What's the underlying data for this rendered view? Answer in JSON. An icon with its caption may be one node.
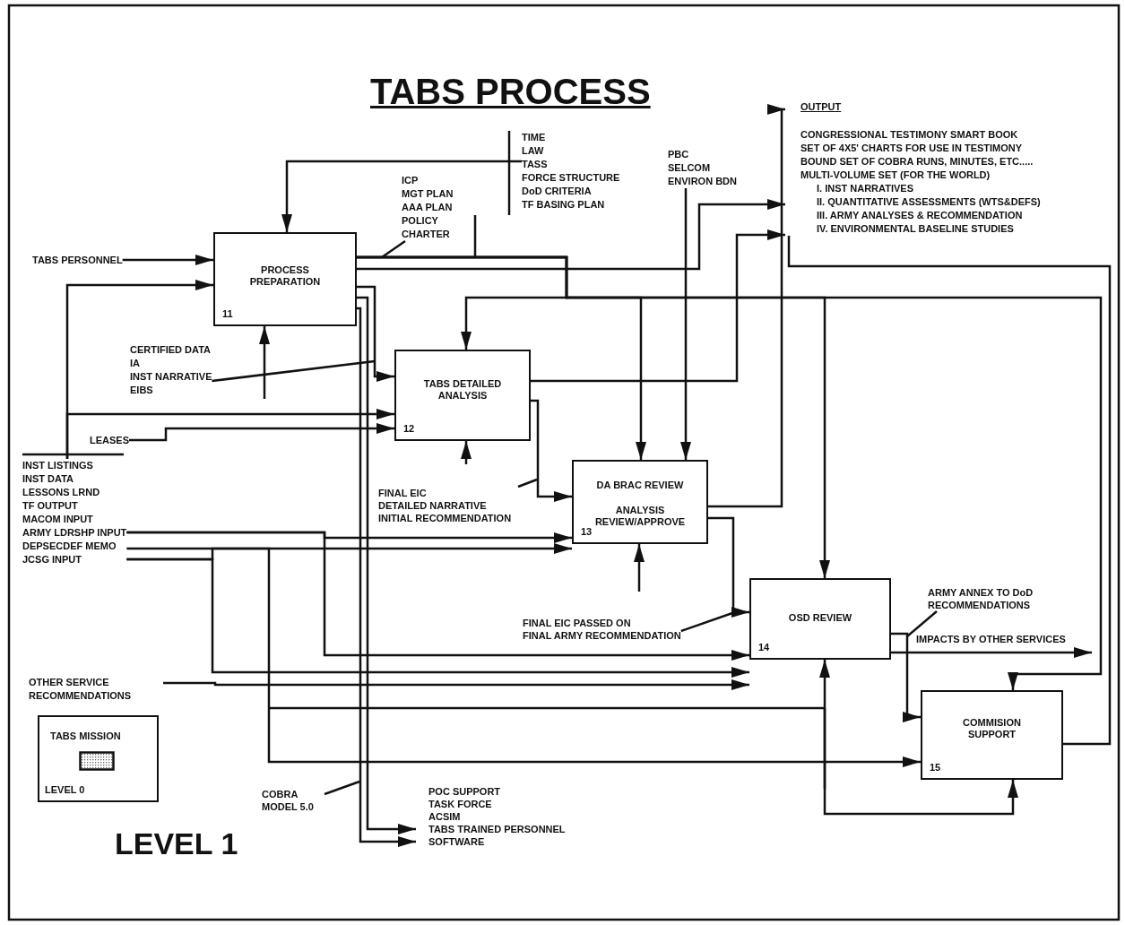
{
  "diagram": {
    "title": "TABS PROCESS",
    "nodes": [
      {
        "text": [
          "PROCESS PREPARATION",
          "11"
        ]
      },
      {
        "text": [
          "TABS DETAILED ANALYSIS",
          "12"
        ]
      },
      {
        "text": [
          "DA BRAC REVIEW",
          "ANALYSIS REVIEW/APPROVE",
          "13"
        ]
      },
      {
        "text": [
          "OSD REVIEW",
          "14"
        ]
      },
      {
        "text": [
          "COMMISION SUPPORT",
          "15"
        ]
      },
      {
        "text": [
          "TABS PERSONNEL"
        ]
      },
      {
        "text": [
          "TIME",
          "LAW",
          "TASS",
          "FORCE STRUCTURE",
          "DoD CRITERIA",
          "TF BASING PLAN"
        ]
      },
      {
        "text": [
          "ICP",
          "MGT PLAN",
          "AAA PLAN",
          "POLICY",
          "CHARTER"
        ]
      },
      {
        "text": [
          "PBC",
          "SELCOM",
          "ENVIRON BDN"
        ]
      },
      {
        "text": [
          "OUTPUT",
          "CONGRESSIONAL TESTIMONY SMART BOOK",
          "SET OF 4X5' CHARTS FOR USE IN TESTIMONY",
          "BOUND SET OF COBRA RUNS, MINUTES, ETC.....",
          "MULTI-VOLUME SET (FOR THE WORLD)",
          "I. INST NARRATIVES",
          "II. QUANTITATIVE ASSESSMENTS (WTS&DEFS)",
          "III. ARMY ANALYSES & RECOMMENDATION",
          "IV. ENVIRONMENTAL BASELINE STUDIES"
        ]
      },
      {
        "text": [
          "CERTIFIED DATA",
          "IA",
          "INST NARRATIVE",
          "EIBS"
        ]
      },
      {
        "text": [
          "LEASES"
        ]
      },
      {
        "text": [
          "INST LISTINGS",
          "INST DATA",
          "LESSONS LRND",
          "TF OUTPUT",
          "MACOM INPUT",
          "ARMY LDRSHP INPUT",
          "DEPSECDEF MEMO",
          "JCSG INPUT"
        ]
      },
      {
        "text": [
          "FINAL EIC",
          "DETAILED NARRATIVE",
          "INITIAL RECOMMENDATION"
        ]
      },
      {
        "text": [
          "OTHER SERVICE RECOMMENDATIONS"
        ]
      },
      {
        "text": [
          "FINAL EIC PASSED ON",
          "FINAL ARMY RECOMMENDATION"
        ]
      },
      {
        "text": [
          "ARMY ANNEX TO DoD RECOMMENDATIONS"
        ]
      },
      {
        "text": [
          "COBRA MODEL 5.0"
        ]
      },
      {
        "text": [
          "POC SUPPORT",
          "TASK FORCE",
          "ACSIM",
          "TABS TRAINED PERSONNEL",
          "SOFTWARE"
        ]
      },
      {
        "text": [
          "TABS MISSION",
          "LEVEL 0"
        ]
      }
    ],
    "edges": [
      {
        "from": 5,
        "to": 0,
        "arrow": "to"
      },
      {
        "from": 12,
        "to": 0,
        "arrow": "to"
      },
      {
        "from": 6,
        "to": 0,
        "arrow": "to"
      },
      {
        "from": 7,
        "to": null,
        "arrow": "none"
      },
      {
        "from": 0,
        "to": 9,
        "arrow": "to"
      },
      {
        "from": 0,
        "to": 1,
        "arrow": "to"
      },
      {
        "from": 0,
        "to": 2,
        "arrow": "to"
      },
      {
        "from": 0,
        "to": 3,
        "arrow": "to"
      },
      {
        "from": 0,
        "to": 4,
        "arrow": "to"
      },
      {
        "from": 1,
        "to": 9,
        "arrow": "to"
      },
      {
        "from": 2,
        "to": 9,
        "arrow": "to"
      },
      {
        "from": 4,
        "to": 9,
        "arrow": "none"
      },
      {
        "from": 10,
        "to": null,
        "arrow": "none"
      },
      {
        "from": 11,
        "to": 1,
        "arrow": "to"
      },
      {
        "from": 12,
        "to": 1,
        "arrow": "to"
      },
      {
        "from": 0,
        "to": 1,
        "arrow": "to"
      },
      {
        "from": 0,
        "to": 18,
        "arrow": "to"
      },
      {
        "from": 0,
        "to": 18,
        "arrow": "to"
      },
      {
        "from": 17,
        "to": null,
        "arrow": "none"
      },
      {
        "from": null,
        "to": 0,
        "arrow": "to"
      },
      {
        "from": null,
        "to": 1,
        "arrow": "to"
      },
      {
        "from": 1,
        "to": 2,
        "arrow": "to"
      },
      {
        "from": 13,
        "to": null,
        "arrow": "none"
      },
      {
        "from": 12,
        "to": 2,
        "arrow": "to"
      },
      {
        "from": 12,
        "to": 2,
        "arrow": "to"
      },
      {
        "from": null,
        "to": 2,
        "arrow": "to"
      },
      {
        "from": 8,
        "to": 2,
        "arrow": "to"
      },
      {
        "from": 2,
        "to": 3,
        "arrow": "to"
      },
      {
        "from": 15,
        "to": null,
        "arrow": "none"
      },
      {
        "from": 14,
        "to": 3,
        "arrow": "to"
      },
      {
        "from": 12,
        "to": 3,
        "arrow": "to"
      },
      {
        "from": 12,
        "to": 3,
        "arrow": "to"
      },
      {
        "from": 3,
        "to": null,
        "arrow": "to",
        "label": "IMPACTS BY OTHER SERVICES"
      },
      {
        "from": 16,
        "to": null,
        "arrow": "none"
      },
      {
        "from": 3,
        "to": 4,
        "arrow": "to"
      },
      {
        "from": 12,
        "to": 4,
        "arrow": "to"
      },
      {
        "from": null,
        "to": 3,
        "arrow": "to"
      },
      {
        "from": null,
        "to": 4,
        "arrow": "to"
      }
    ],
    "labels": [
      "LEVEL 1"
    ]
  }
}
